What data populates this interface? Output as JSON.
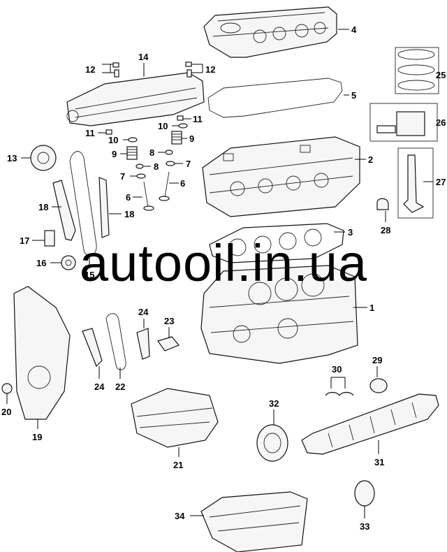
{
  "watermark": "autooil.in.ua",
  "callouts": {
    "c1": "1",
    "c2": "2",
    "c3": "3",
    "c4": "4",
    "c5": "5",
    "c6a": "6",
    "c6b": "6",
    "c7a": "7",
    "c7b": "7",
    "c8a": "8",
    "c8b": "8",
    "c9a": "9",
    "c9b": "9",
    "c10a": "10",
    "c10b": "10",
    "c11a": "11",
    "c11b": "11",
    "c12a": "12",
    "c12b": "12",
    "c13": "13",
    "c14": "14",
    "c15": "15",
    "c16": "16",
    "c17": "17",
    "c18a": "18",
    "c18b": "18",
    "c19": "19",
    "c20": "20",
    "c21": "21",
    "c22": "22",
    "c23": "23",
    "c24a": "24",
    "c24b": "24",
    "c25": "25",
    "c26": "26",
    "c27": "27",
    "c28": "28",
    "c29": "29",
    "c30": "30",
    "c31": "31",
    "c32": "32",
    "c33": "33",
    "c34": "34"
  }
}
